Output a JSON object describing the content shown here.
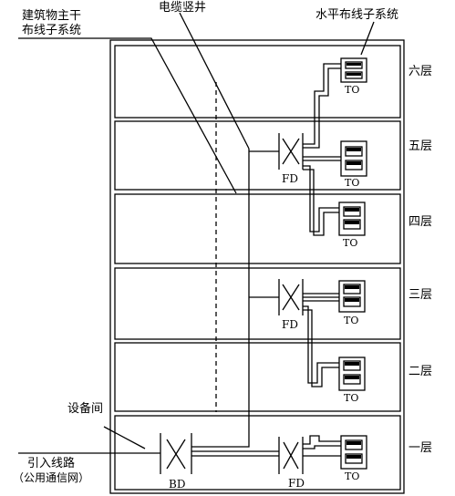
{
  "labels": {
    "backbone_line1": "建筑物主干",
    "backbone_line2": "布线子系统",
    "cable_shaft": "电缆竖井",
    "horizontal": "水平布线子系统",
    "equipment_room": "设备间",
    "incoming_line1": "引入线路",
    "incoming_line2": "（公用通信网）",
    "bd": "BD",
    "fd": "FD",
    "to": "TO"
  },
  "floors": [
    {
      "name": "六层",
      "has_fd": false
    },
    {
      "name": "五层",
      "has_fd": true
    },
    {
      "name": "四层",
      "has_fd": false
    },
    {
      "name": "三层",
      "has_fd": true
    },
    {
      "name": "二层",
      "has_fd": false
    },
    {
      "name": "一层",
      "has_fd": true
    }
  ]
}
